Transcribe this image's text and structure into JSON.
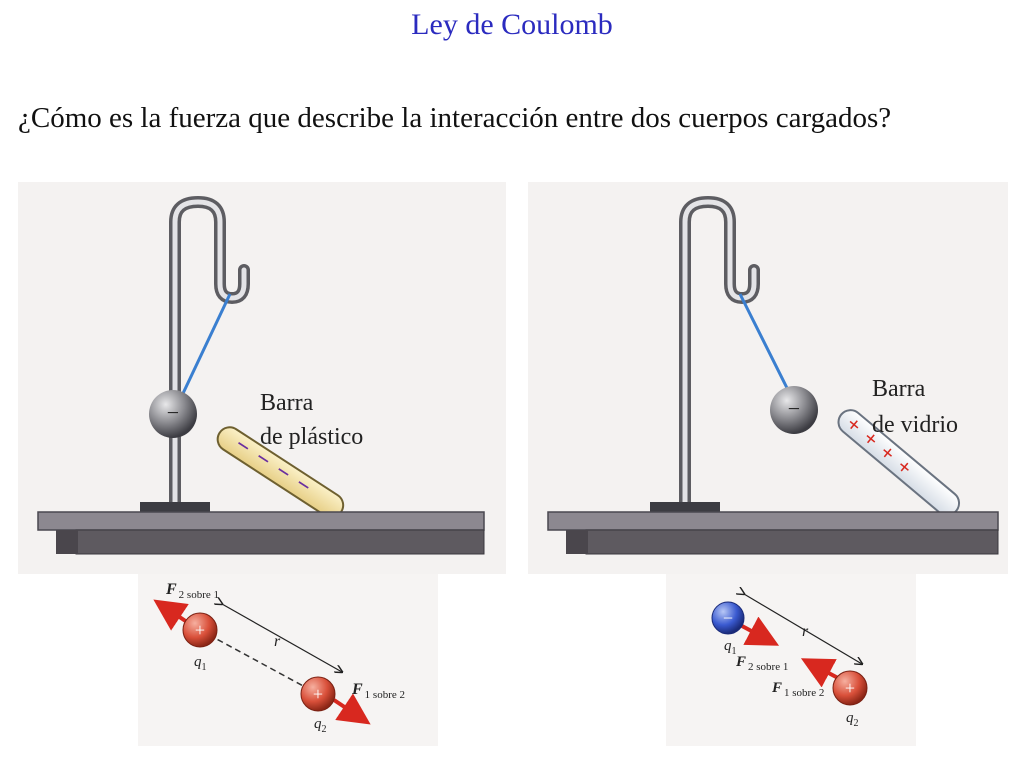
{
  "slide": {
    "title": "Ley de Coulomb",
    "question": "¿Cómo es la fuerza que describe la interacción entre dos cuerpos cargados?"
  },
  "left_figure": {
    "rod_label_line1": "Barra",
    "rod_label_line2": "de plástico",
    "sphere_sign": "−",
    "rod_sign": "−"
  },
  "right_figure": {
    "rod_label_line1": "Barra",
    "rod_label_line2": "de vidrio",
    "sphere_sign": "−",
    "rod_sign": "+"
  },
  "left_diagram": {
    "force_top_main": "F",
    "force_top_sub": "2 sobre 1",
    "force_bottom_main": "F",
    "force_bottom_sub": "1 sobre 2",
    "distance": "r",
    "charge1_sign": "+",
    "charge2_sign": "+",
    "q1": "q",
    "q1_sub": "1",
    "q2": "q",
    "q2_sub": "2"
  },
  "right_diagram": {
    "force_top_main": "F",
    "force_top_sub": "2 sobre 1",
    "force_bottom_main": "F",
    "force_bottom_sub": "1 sobre 2",
    "distance": "r",
    "charge1_sign": "−",
    "charge2_sign": "+",
    "q1": "q",
    "q1_sub": "1",
    "q2": "q",
    "q2_sub": "2"
  },
  "colors": {
    "title": "#2b2bbf",
    "thread": "#3a7fd0",
    "table_top": "#8c8890",
    "table_front": "#5e5a60",
    "positive_charge": "#d9503a",
    "negative_charge": "#3a5ad0",
    "force_arrow": "#d8281f",
    "rod_minus": "#6a2fa0",
    "rod_plus": "#d8281f"
  }
}
